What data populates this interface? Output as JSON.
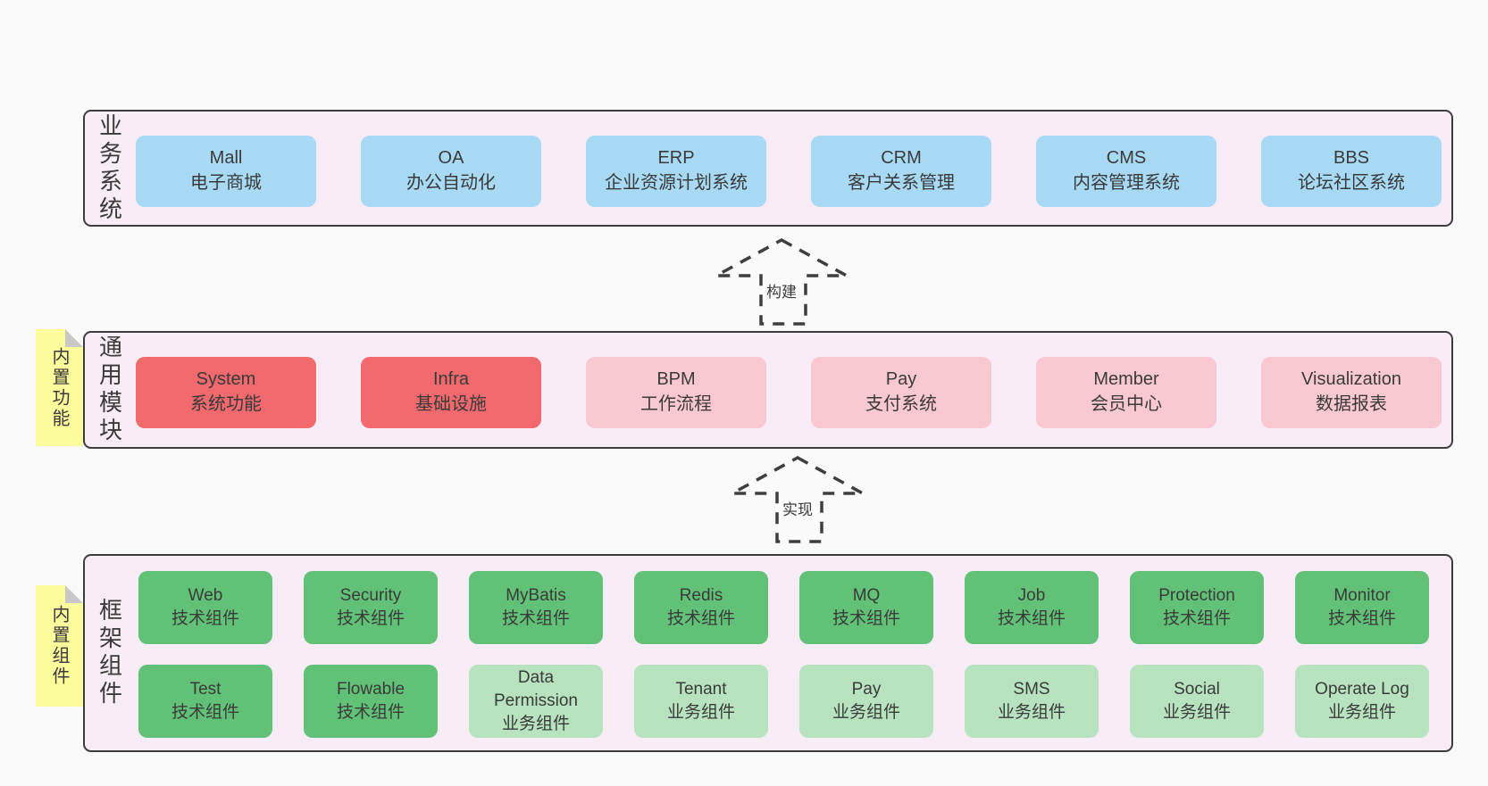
{
  "colors": {
    "page_bg": "#fafafa",
    "band_bg": "#f8ecf6",
    "band_border": "#3d3d3d",
    "blue": "#a8daf5",
    "red": "#f2696e",
    "pink": "#f9c8d1",
    "green_dark": "#61c277",
    "green_light": "#b8e3bf",
    "sticky_yellow": "#fcfc9d",
    "fold_gray": "#c8c8c8",
    "text": "#3a3a3a"
  },
  "bands": {
    "business": {
      "label": "业务系统",
      "boxes": [
        {
          "title": "Mall",
          "subtitle": "电子商城"
        },
        {
          "title": "OA",
          "subtitle": "办公自动化"
        },
        {
          "title": "ERP",
          "subtitle": "企业资源计划系统"
        },
        {
          "title": "CRM",
          "subtitle": "客户关系管理"
        },
        {
          "title": "CMS",
          "subtitle": "内容管理系统"
        },
        {
          "title": "BBS",
          "subtitle": "论坛社区系统"
        }
      ]
    },
    "modules": {
      "label": "通用模块",
      "sticky": "内置功能",
      "boxes": [
        {
          "title": "System",
          "subtitle": "系统功能",
          "color": "red"
        },
        {
          "title": "Infra",
          "subtitle": "基础设施",
          "color": "red"
        },
        {
          "title": "BPM",
          "subtitle": "工作流程",
          "color": "pink"
        },
        {
          "title": "Pay",
          "subtitle": "支付系统",
          "color": "pink"
        },
        {
          "title": "Member",
          "subtitle": "会员中心",
          "color": "pink"
        },
        {
          "title": "Visualization",
          "subtitle": "数据报表",
          "color": "pink"
        }
      ]
    },
    "components": {
      "label": "框架组件",
      "sticky": "内置组件",
      "row1": [
        {
          "title": "Web",
          "subtitle": "技术组件"
        },
        {
          "title": "Security",
          "subtitle": "技术组件"
        },
        {
          "title": "MyBatis",
          "subtitle": "技术组件"
        },
        {
          "title": "Redis",
          "subtitle": "技术组件"
        },
        {
          "title": "MQ",
          "subtitle": "技术组件"
        },
        {
          "title": "Job",
          "subtitle": "技术组件"
        },
        {
          "title": "Protection",
          "subtitle": "技术组件"
        },
        {
          "title": "Monitor",
          "subtitle": "技术组件"
        }
      ],
      "row2": [
        {
          "title": "Test",
          "subtitle": "技术组件",
          "color": "green_dark"
        },
        {
          "title": "Flowable",
          "subtitle": "技术组件",
          "color": "green_dark"
        },
        {
          "title": "Data Permission",
          "subtitle": "业务组件",
          "color": "green_light"
        },
        {
          "title": "Tenant",
          "subtitle": "业务组件",
          "color": "green_light"
        },
        {
          "title": "Pay",
          "subtitle": "业务组件",
          "color": "green_light"
        },
        {
          "title": "SMS",
          "subtitle": "业务组件",
          "color": "green_light"
        },
        {
          "title": "Social",
          "subtitle": "业务组件",
          "color": "green_light"
        },
        {
          "title": "Operate Log",
          "subtitle": "业务组件",
          "color": "green_light"
        }
      ]
    }
  },
  "arrows": [
    {
      "label": "构建"
    },
    {
      "label": "实现"
    }
  ]
}
